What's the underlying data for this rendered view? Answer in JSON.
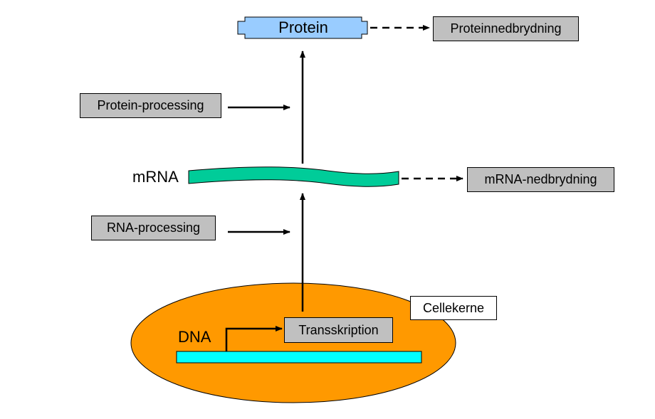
{
  "protein": {
    "label": "Protein",
    "color": "#99ccff"
  },
  "boxes": {
    "protein_degradation": "Proteinnedbrydning",
    "protein_processing": "Protein-processing",
    "mrna_degradation": "mRNA-nedbrydning",
    "rna_processing": "RNA-processing",
    "cell_nucleus": "Cellekerne",
    "transcription": "Transskription"
  },
  "labels": {
    "mrna": "mRNA",
    "dna": "DNA"
  },
  "colors": {
    "nucleus": "#ff9900",
    "mrna_strand": "#00cc99",
    "dna_strand": "#00ffff",
    "box_fill": "#c0c0c0"
  }
}
